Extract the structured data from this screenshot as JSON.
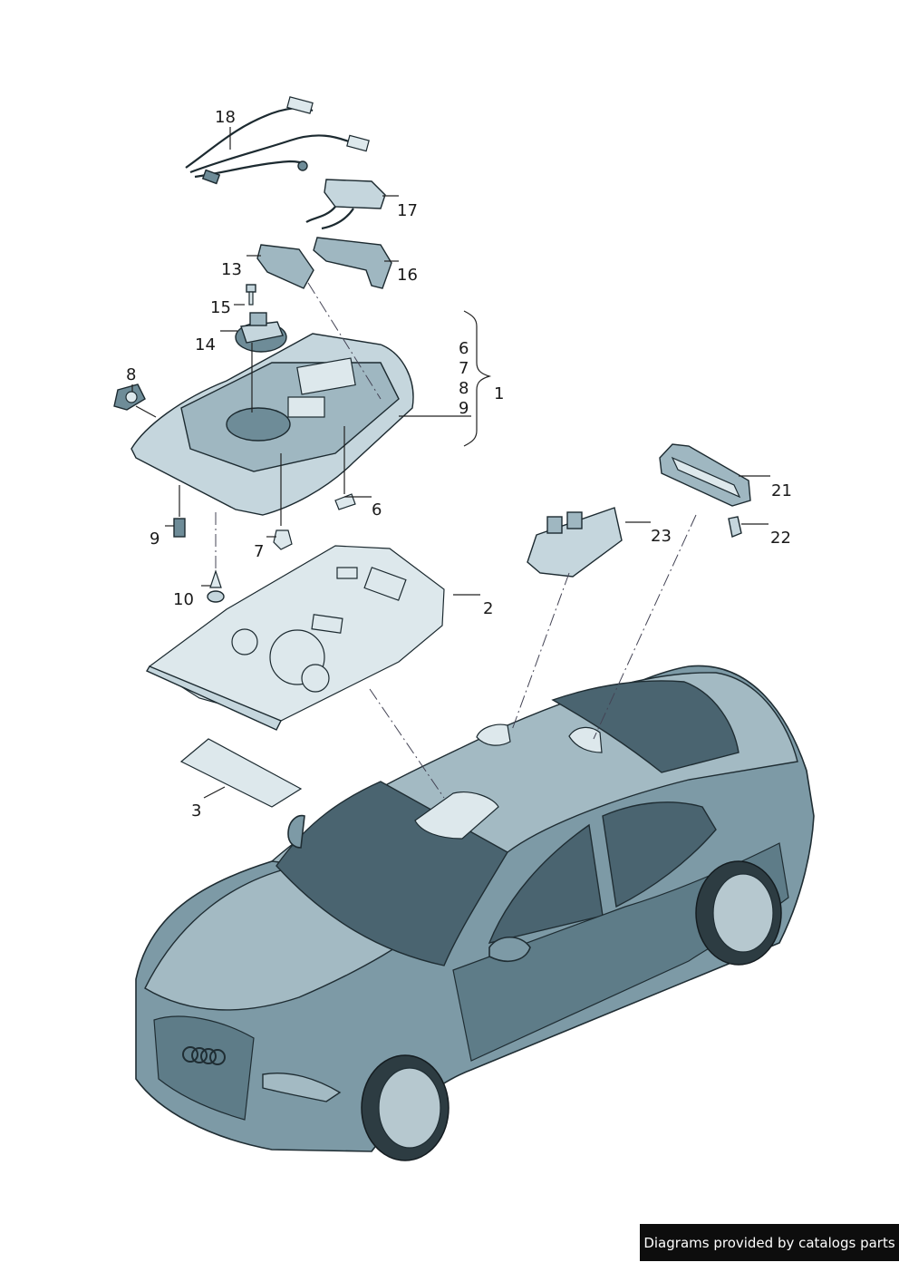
{
  "callouts": {
    "c1": "1",
    "c2": "2",
    "c3": "3",
    "c6a": "6",
    "c6b": "6",
    "c7a": "7",
    "c7b": "7",
    "c8a": "8",
    "c8b": "8",
    "c9a": "9",
    "c9b": "9",
    "c10": "10",
    "c13": "13",
    "c14": "14",
    "c15": "15",
    "c16": "16",
    "c17": "17",
    "c18": "18",
    "c21": "21",
    "c22": "22",
    "c23": "23"
  },
  "footer": {
    "text": "Diagrams provided by catalogs parts"
  },
  "colors": {
    "part_dark": "#6e8c98",
    "part_light": "#c5d6dd",
    "car_body": "#7d9aa6",
    "footer_bg": "#0d0d0d"
  }
}
